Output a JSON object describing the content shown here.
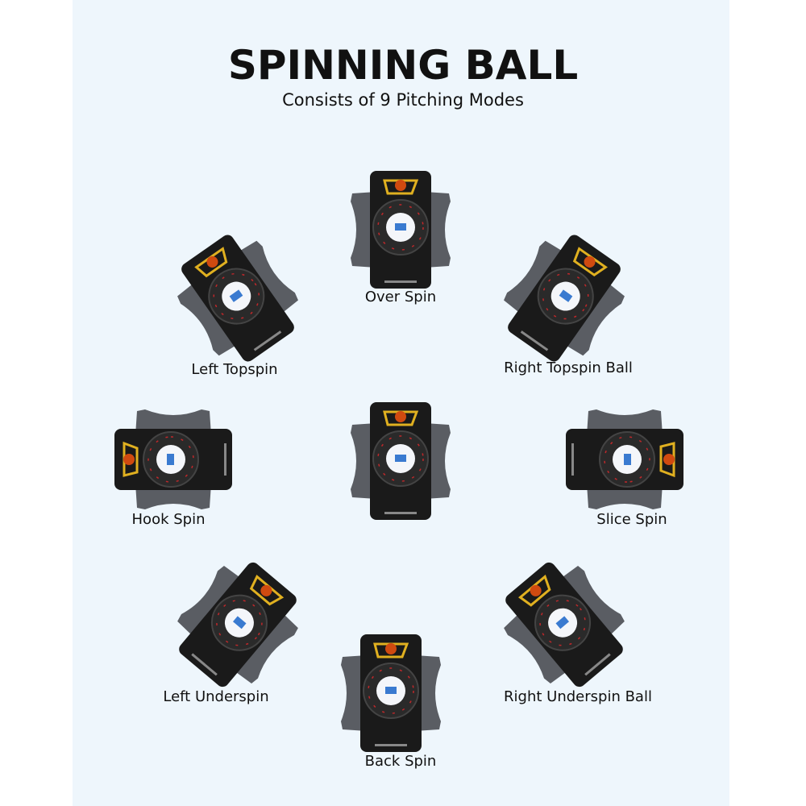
{
  "header": {
    "title": "SPINNING BALL",
    "subtitle": "Consists of 9 Pitching Modes"
  },
  "modes": [
    {
      "label": "Over Spin",
      "rotation_deg": 0
    },
    {
      "label": "Left Topspin",
      "rotation_deg": -35
    },
    {
      "label": "Right Topspin Ball",
      "rotation_deg": 35
    },
    {
      "label": "Hook Spin",
      "rotation_deg": -90
    },
    {
      "label": "",
      "rotation_deg": 0
    },
    {
      "label": "Slice Spin",
      "rotation_deg": 90
    },
    {
      "label": "Left Underspin",
      "rotation_deg": 40
    },
    {
      "label": "Right Underspin Ball",
      "rotation_deg": -40
    },
    {
      "label": "Back Spin",
      "rotation_deg": 0
    }
  ],
  "colors": {
    "background": "#eef6fc",
    "device": "#1a1a1a",
    "wing": "#5a5d63",
    "logo": "#e0b020",
    "ring_accent": "#c0282a",
    "ball": "#f4f6fa"
  }
}
